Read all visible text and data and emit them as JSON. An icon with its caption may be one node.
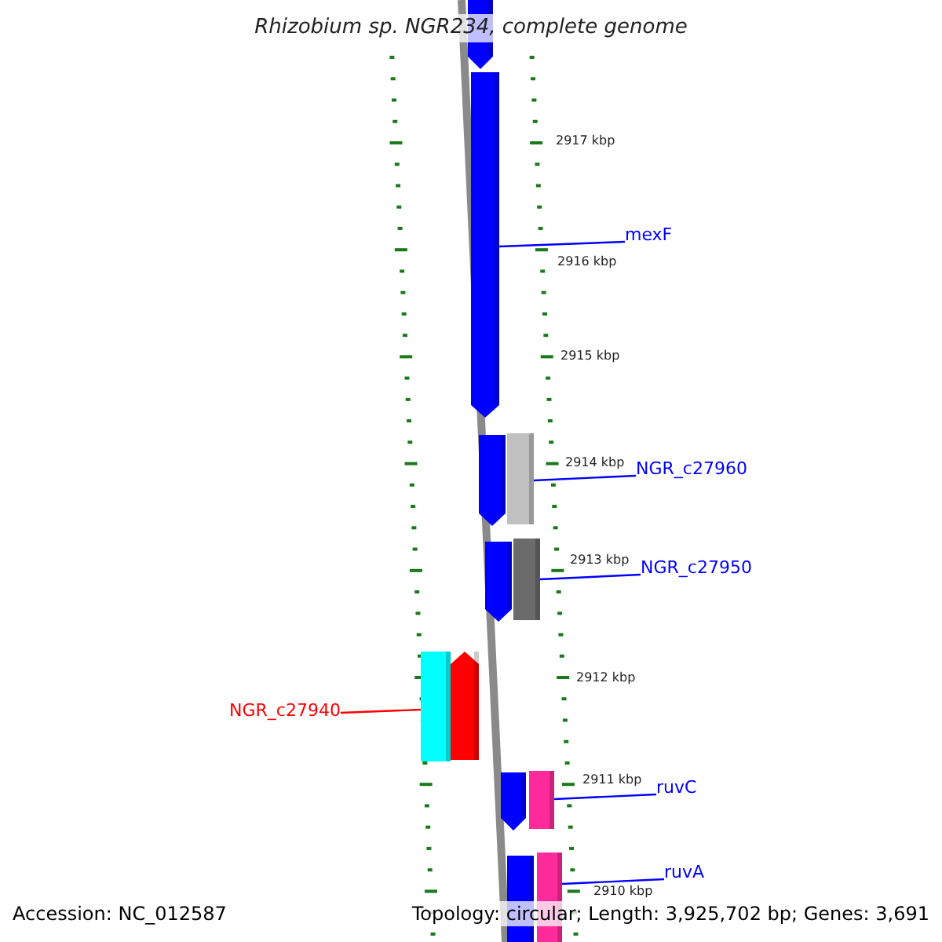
{
  "diagram": {
    "title": "Rhizobium sp. NGR234, complete genome",
    "nodes": [
      {
        "text": [],
        "shape": "pentagon"
      },
      {
        "text": [],
        "shape": "pentagon"
      },
      {
        "text": [
          "mexF"
        ]
      },
      {
        "text": [],
        "shape": "pentagon"
      },
      {
        "text": [],
        "shape": "bar"
      },
      {
        "text": [
          "NGR_c27960"
        ]
      },
      {
        "text": [],
        "shape": "pentagon"
      },
      {
        "text": [],
        "shape": "bar"
      },
      {
        "text": [
          "NGR_c27950"
        ]
      },
      {
        "text": [
          "NGR_c27940"
        ]
      },
      {
        "text": [],
        "shape": "bar"
      },
      {
        "text": [],
        "shape": "pentagon"
      },
      {
        "text": [],
        "shape": "pentagon"
      },
      {
        "text": [],
        "shape": "bar"
      },
      {
        "text": [
          "ruvC"
        ]
      },
      {
        "text": [],
        "shape": "bar"
      },
      {
        "text": [],
        "shape": "bar"
      },
      {
        "text": [
          "ruvA"
        ]
      }
    ],
    "edges": [
      {
        "from": 2,
        "to": 1,
        "arrow": "none"
      },
      {
        "from": 5,
        "to": 4,
        "arrow": "none"
      },
      {
        "from": 8,
        "to": 7,
        "arrow": "none"
      },
      {
        "from": 9,
        "to": 10,
        "arrow": "none",
        "color": "#ff0000"
      },
      {
        "from": 14,
        "to": 13,
        "arrow": "none"
      },
      {
        "from": 17,
        "to": 16,
        "arrow": "none"
      }
    ],
    "labels": [
      "2917 kbp",
      "2916 kbp",
      "2915 kbp",
      "2914 kbp",
      "2913 kbp",
      "2912 kbp",
      "2911 kbp",
      "2910 kbp",
      "Accession: NC_012587",
      "Topology: circular; Length: 3,925,702 bp; Genes: 3,691"
    ]
  }
}
